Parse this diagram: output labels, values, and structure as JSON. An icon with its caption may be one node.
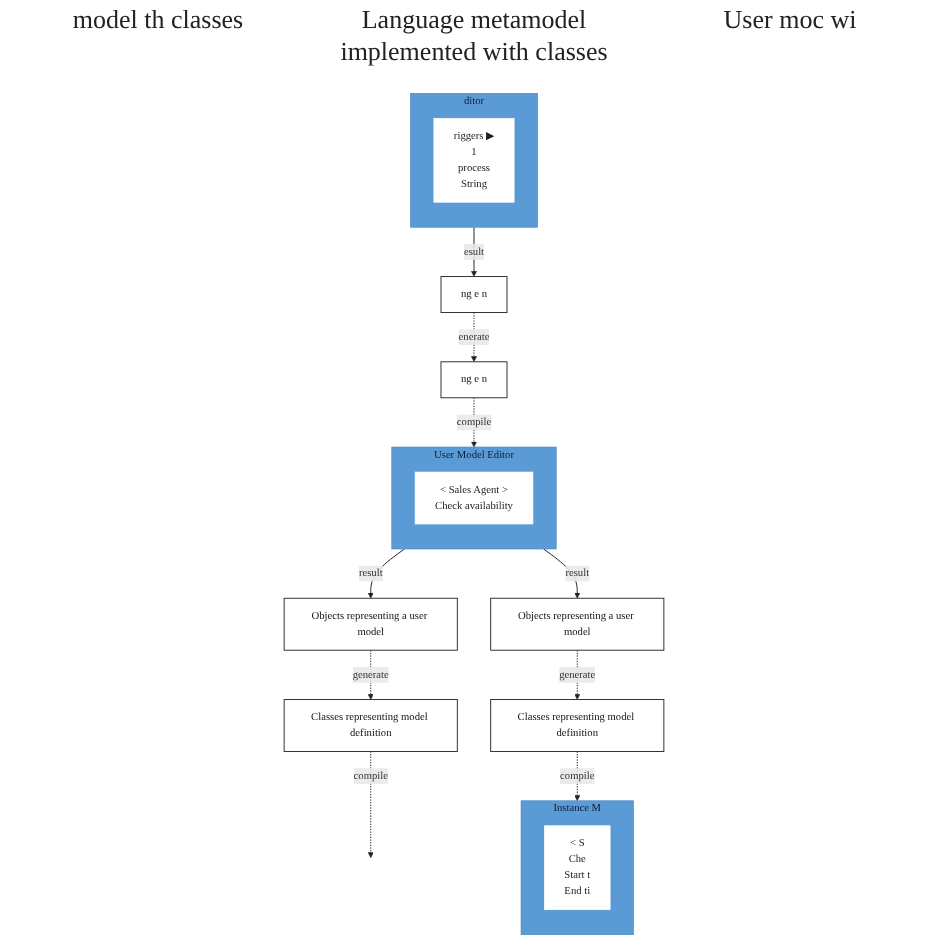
{
  "diagram": {
    "nodes": [
      {
        "text": [
          "ditor"
        ]
      },
      {
        "text": [
          "riggers ▶",
          "1",
          "process",
          "String"
        ],
        "in": 0
      },
      {
        "text": [
          "ng e n"
        ]
      },
      {
        "text": [
          "ng e n"
        ]
      },
      {
        "text": [
          "User Model Editor"
        ]
      },
      {
        "text": [
          "< Sales Agent >",
          "Check availability"
        ],
        "in": 4
      },
      {
        "text": [
          "Objects representing a user model"
        ]
      },
      {
        "text": [
          "Objects representing a user model"
        ]
      },
      {
        "text": [
          "Classes representing model definition"
        ]
      },
      {
        "text": [
          "Classes representing model definition"
        ]
      },
      {
        "text": [
          "Instance M"
        ]
      },
      {
        "text": [
          "< S",
          "Che",
          "Start t",
          "End ti"
        ],
        "in": 10
      }
    ],
    "edges": [
      {
        "from": 0,
        "to": 2,
        "arrow": "to",
        "label": "esult"
      },
      {
        "from": 2,
        "to": 3,
        "arrow": "to",
        "label": "enerate",
        "style": "dashed"
      },
      {
        "from": 3,
        "to": 4,
        "arrow": "to",
        "label": "compile",
        "style": "dashed"
      },
      {
        "from": 4,
        "to": 6,
        "arrow": "to",
        "label": "result"
      },
      {
        "from": 4,
        "to": 7,
        "arrow": "to",
        "label": "result"
      },
      {
        "from": 6,
        "to": 8,
        "arrow": "to",
        "label": "generate",
        "style": "dashed"
      },
      {
        "from": 7,
        "to": 9,
        "arrow": "to",
        "label": "generate",
        "style": "dashed"
      },
      {
        "from": 8,
        "to": null,
        "arrow": "to",
        "label": "compile",
        "style": "dashed"
      },
      {
        "from": 9,
        "to": 10,
        "arrow": "to",
        "label": "compile",
        "style": "dashed"
      }
    ],
    "labels": [
      "model th classes",
      "Language metamodel implemented with classes",
      "User moc wi"
    ]
  }
}
